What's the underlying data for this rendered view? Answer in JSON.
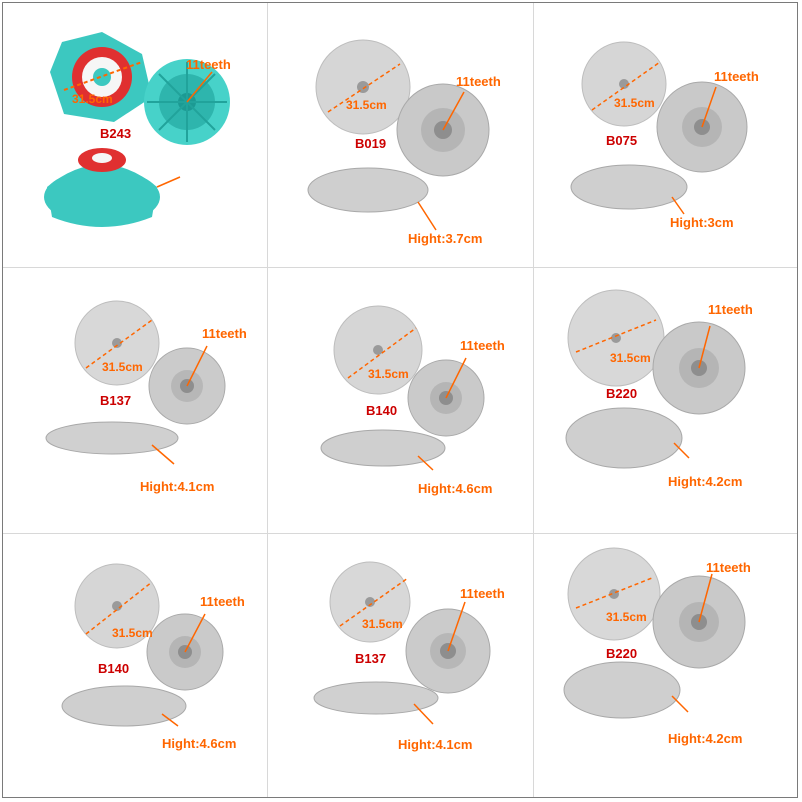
{
  "colors": {
    "label_orange": "#ff6600",
    "code_red": "#cc0000",
    "part_grey": "#c8c8c8",
    "part_teal": "#3cc8c0",
    "part_red": "#e03030"
  },
  "cells": [
    {
      "code": "B243",
      "teeth": "11teeth",
      "diameter": "31.5cm",
      "height": ""
    },
    {
      "code": "B019",
      "teeth": "11teeth",
      "diameter": "31.5cm",
      "height": "Hight:3.7cm"
    },
    {
      "code": "B075",
      "teeth": "11teeth",
      "diameter": "31.5cm",
      "height": "Hight:3cm"
    },
    {
      "code": "B137",
      "teeth": "11teeth",
      "diameter": "31.5cm",
      "height": "Hight:4.1cm"
    },
    {
      "code": "B140",
      "teeth": "11teeth",
      "diameter": "31.5cm",
      "height": "Hight:4.6cm"
    },
    {
      "code": "B220",
      "teeth": "11teeth",
      "diameter": "31.5cm",
      "height": "Hight:4.2cm"
    },
    {
      "code": "B140",
      "teeth": "11teeth",
      "diameter": "31.5cm",
      "height": "Hight:4.6cm"
    },
    {
      "code": "B137",
      "teeth": "11teeth",
      "diameter": "31.5cm",
      "height": "Hight:4.1cm"
    },
    {
      "code": "B220",
      "teeth": "11teeth",
      "diameter": "31.5cm",
      "height": "Hight:4.2cm"
    }
  ]
}
